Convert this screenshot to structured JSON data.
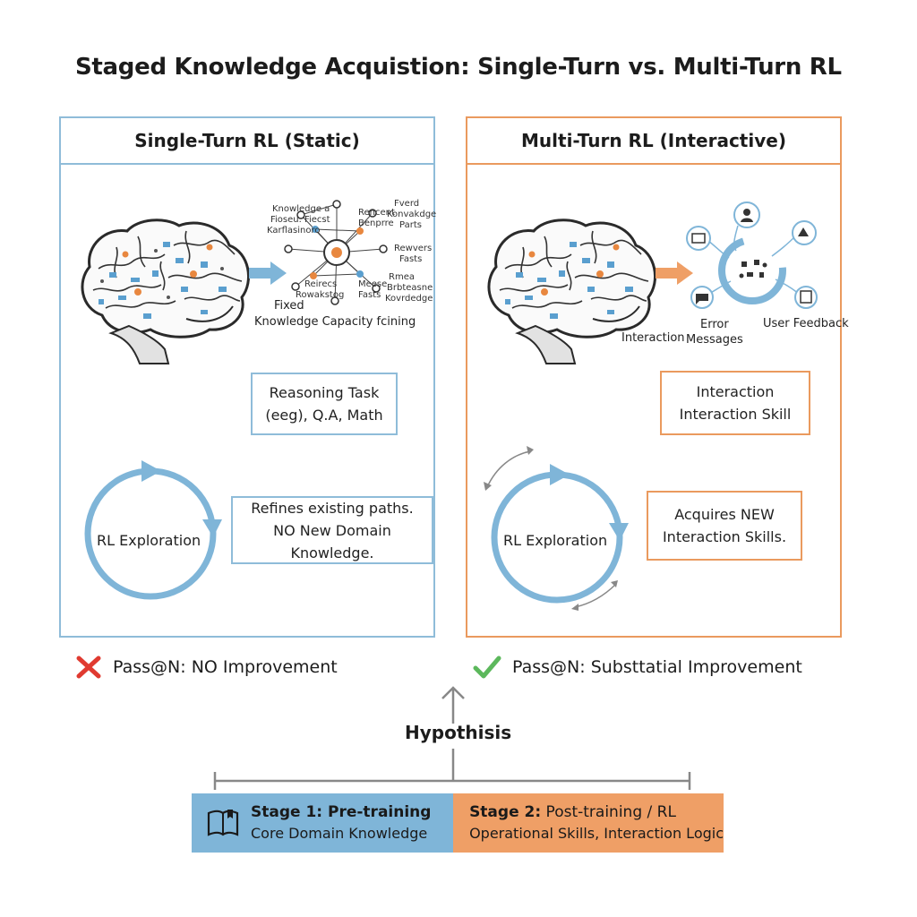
{
  "title": "Staged Knowledge Acquistion: Single-Turn vs. Multi-Turn RL",
  "left_panel": {
    "header": "Single-Turn RL (Static)",
    "network_labels": [
      "Knowledge a",
      "Fioseu. Fiecst",
      "Karflasinoro",
      "Rencent",
      "Benprre",
      "Fverd",
      "Konvakdge",
      "Parts",
      "Rewvers",
      "Fasts",
      "Reirecs",
      "Rowakstog",
      "Meese",
      "Fasts",
      "Rmea",
      "Brbteasne",
      "Kovrdedge"
    ],
    "fixed_label": "Fixed",
    "capacity_label": "Knowledge Capacity fcining",
    "task_box": [
      "Reasoning Task",
      "(eeg), Q.A, Math"
    ],
    "loop_label": "RL Exploration",
    "outcome_box": [
      "Refines existing paths.",
      "NO New Domain Knowledge."
    ],
    "result": "Pass@N: NO Improvement"
  },
  "right_panel": {
    "header": "Multi-Turn RL (Interactive)",
    "interaction_label": "Interaction",
    "error_label": [
      "Error",
      "Messages"
    ],
    "feedback_label": "User Feedback",
    "task_box": [
      "Interaction",
      "Interaction Skill"
    ],
    "loop_label": "RL Exploration",
    "outcome_box": [
      "Acquires NEW",
      "Interaction Skills."
    ],
    "result": "Pass@N: Substtatial Improvement"
  },
  "hypothesis": "Hypothisis",
  "stage1": {
    "title": "Stage 1: Pre-training",
    "subtitle": "Core Domain Knowledge"
  },
  "stage2": {
    "title": "Stage 2:",
    "title_rest": " Post-training / RL",
    "subtitle": "Operational Skills, Interaction Logic"
  },
  "colors": {
    "blue": "#7fb5d8",
    "blue_border": "#8fbcd9",
    "orange": "#ef9f66",
    "orange_border": "#ea9a5e",
    "red": "#e03a30",
    "green": "#5cb85c"
  },
  "icons": [
    "brain-icon",
    "knowledge-network-icon",
    "arrow-right-icon",
    "cycle-arrow-icon",
    "interaction-hub-icon",
    "book-icon",
    "gear-icon",
    "cross-icon",
    "checkmark-icon",
    "arrow-up-icon"
  ]
}
